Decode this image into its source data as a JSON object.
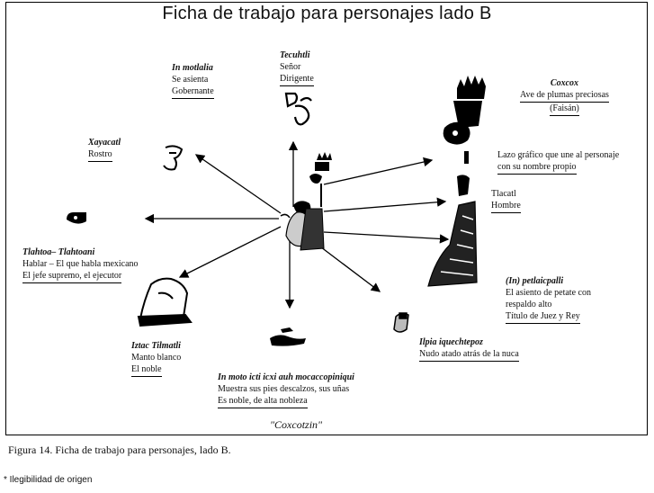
{
  "title": "Ficha de trabajo para personajes lado B",
  "labels": {
    "in_motlalia": {
      "name": "In motlalia",
      "l1": "Se asienta",
      "l2": "Gobernante"
    },
    "tecuhtli": {
      "name": "Tecuhtli",
      "l1": "Señor",
      "l2": "Dirigente"
    },
    "coxcox": {
      "name": "Coxcox",
      "l1": "Ave de plumas preciosas",
      "l2": "(Faisán)"
    },
    "xayacatl": {
      "name": "Xayacatl",
      "l1": "Rostro"
    },
    "lazo": {
      "l1": "Lazo gráfico que une al personaje",
      "l2": "con su nombre propio"
    },
    "tlacatl": {
      "l1": "Tlacatl",
      "l2": "Hombre"
    },
    "tlahtoa": {
      "name": "Tlahtoa– Tlahtoani",
      "l1": "Hablar – El que habla mexicano",
      "l2": "El jefe supremo, el ejecutor"
    },
    "petlaicpalli": {
      "name": "(In) petlaicpalli",
      "l1": "El asiento de petate con",
      "l2": "respaldo alto",
      "l3": "Título de Juez y Rey"
    },
    "iztac": {
      "name": "Iztac Tilmatli",
      "l1": "Manto blanco",
      "l2": "El noble"
    },
    "ilpia": {
      "name": "Ilpia iquechtepoz",
      "l1": "Nudo atado atrás de la nuca"
    },
    "in_moto": {
      "name": "In moto icti icxi auh mocaccopiniqui",
      "l1": "Muestra sus pies descalzos, sus uñas",
      "l2": "Es noble, de alta nobleza"
    }
  },
  "name_tag": "\"Coxcotzin\"",
  "caption": "Figura 14. Ficha de trabajo para personajes, lado B.",
  "footnote": "* Ilegibilidad de origen"
}
